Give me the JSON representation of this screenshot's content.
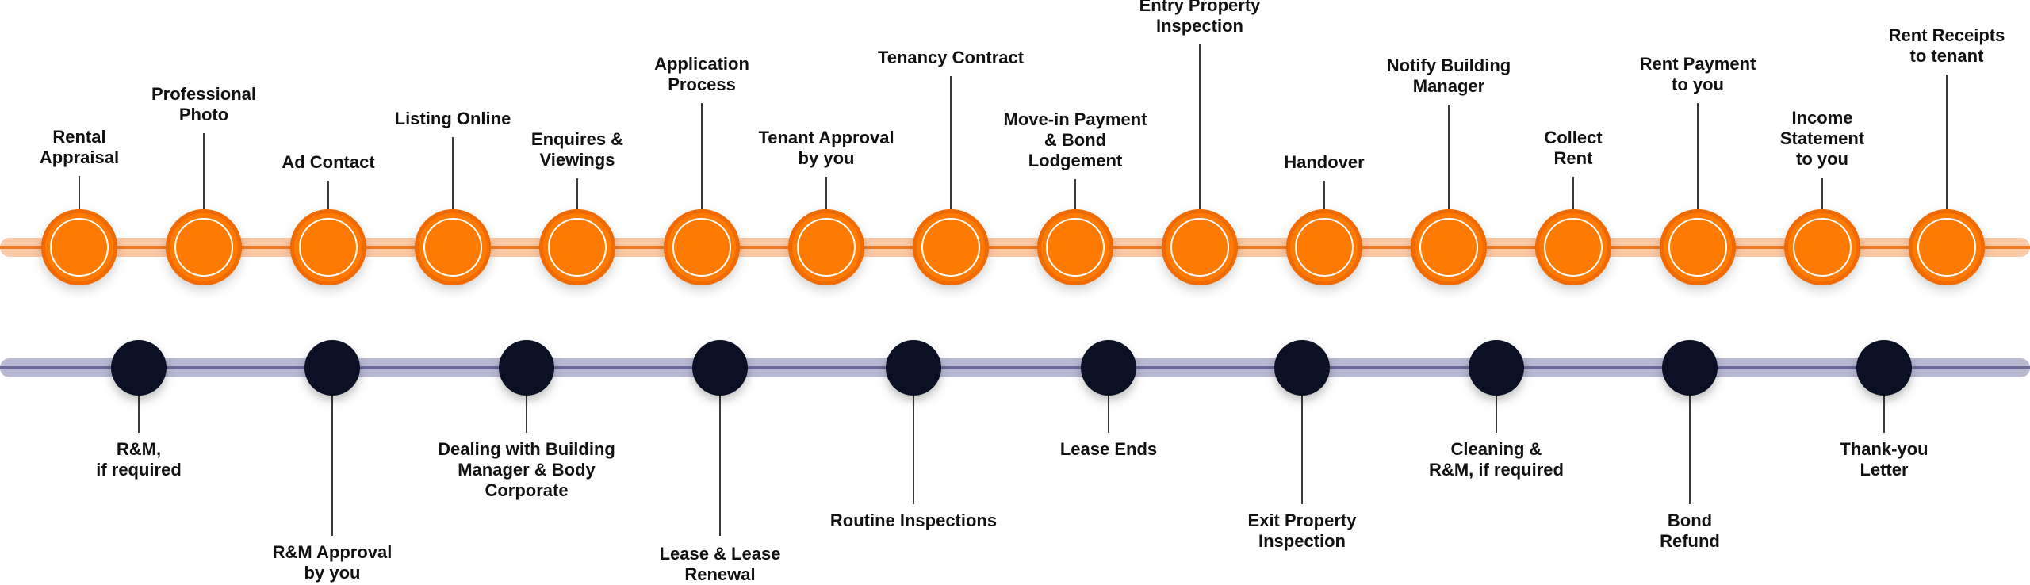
{
  "top_steps": [
    {
      "label": "Rental\nAppraisal"
    },
    {
      "label": "Professional\nPhoto"
    },
    {
      "label": "Ad Contact"
    },
    {
      "label": "Listing Online"
    },
    {
      "label": "Enquires &\nViewings"
    },
    {
      "label": "Application\nProcess"
    },
    {
      "label": "Tenant Approval\nby you"
    },
    {
      "label": "Tenancy Contract"
    },
    {
      "label": "Move-in Payment\n& Bond\nLodgement"
    },
    {
      "label": "Entry Property\nInspection"
    },
    {
      "label": "Handover"
    },
    {
      "label": "Notify Building\nManager"
    },
    {
      "label": "Collect\nRent"
    },
    {
      "label": "Rent Payment\nto you"
    },
    {
      "label": "Income\nStatement\nto you"
    },
    {
      "label": "Rent Receipts\nto tenant"
    }
  ],
  "bottom_steps": [
    {
      "label": "R&M,\nif required"
    },
    {
      "label": "R&M Approval\nby you"
    },
    {
      "label": "Dealing with Building\nManager & Body\nCorporate"
    },
    {
      "label": "Lease & Lease\nRenewal"
    },
    {
      "label": "Routine Inspections"
    },
    {
      "label": "Lease Ends"
    },
    {
      "label": "Exit Property\nInspection"
    },
    {
      "label": "Cleaning &\nR&M, if required"
    },
    {
      "label": "Bond\nRefund"
    },
    {
      "label": "Thank-you\nLetter"
    }
  ],
  "colors": {
    "orange": "#ff7a00",
    "orange_track": "#fcc9a6",
    "navy": "#0c1024",
    "lavender_track": "#b9b9d4"
  }
}
